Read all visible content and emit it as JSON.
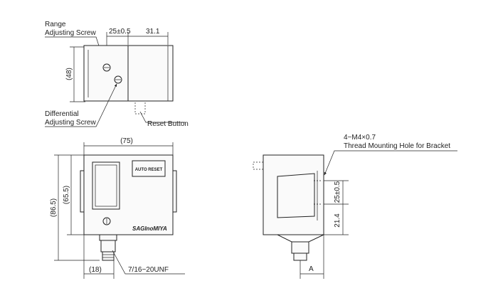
{
  "top_view": {
    "label_range": [
      "Range",
      "Adjusting Screw"
    ],
    "label_differential": [
      "Differential",
      "Adjusting Screw"
    ],
    "label_reset": "Reset Button",
    "dim_spacing": "25±0.5",
    "dim_width": "31.1",
    "dim_height": "(48)"
  },
  "front_view": {
    "dim_width": "(75)",
    "dim_total_height": "(86.5)",
    "dim_body_height": "(65.5)",
    "dim_fitting_width": "(18)",
    "thread": "7/16−20UNF",
    "nameplate_text": "AUTO RESET",
    "brand_text": "SAGInoMIYA"
  },
  "side_view": {
    "label_thread_hole": [
      "4−M4×0.7",
      "Thread Mounting Hole for Bracket"
    ],
    "dim_hole_spacing": "25±0.5",
    "dim_hole_offset": "21.4",
    "dim_a": "A"
  }
}
